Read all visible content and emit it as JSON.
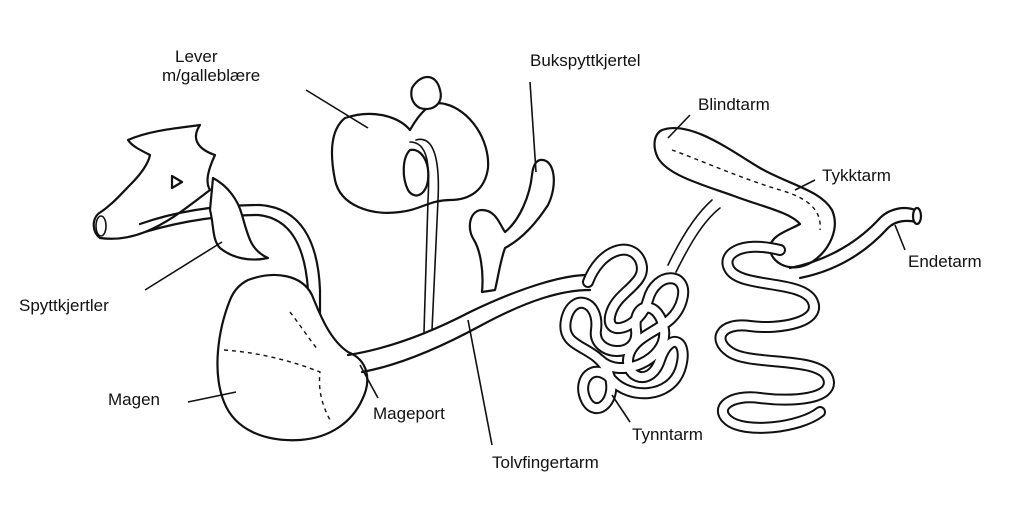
{
  "labels": {
    "lever": "Lever",
    "galleblaere": "m/galleblære",
    "bukspyttkjertel": "Bukspyttkjertel",
    "blindtarm": "Blindtarm",
    "tykktarm": "Tykktarm",
    "endetarm": "Endetarm",
    "spyttkjertler": "Spyttkjertler",
    "magen": "Magen",
    "mageport": "Mageport",
    "tynntarm": "Tynntarm",
    "tolvfingertarm": "Tolvfingertarm"
  }
}
